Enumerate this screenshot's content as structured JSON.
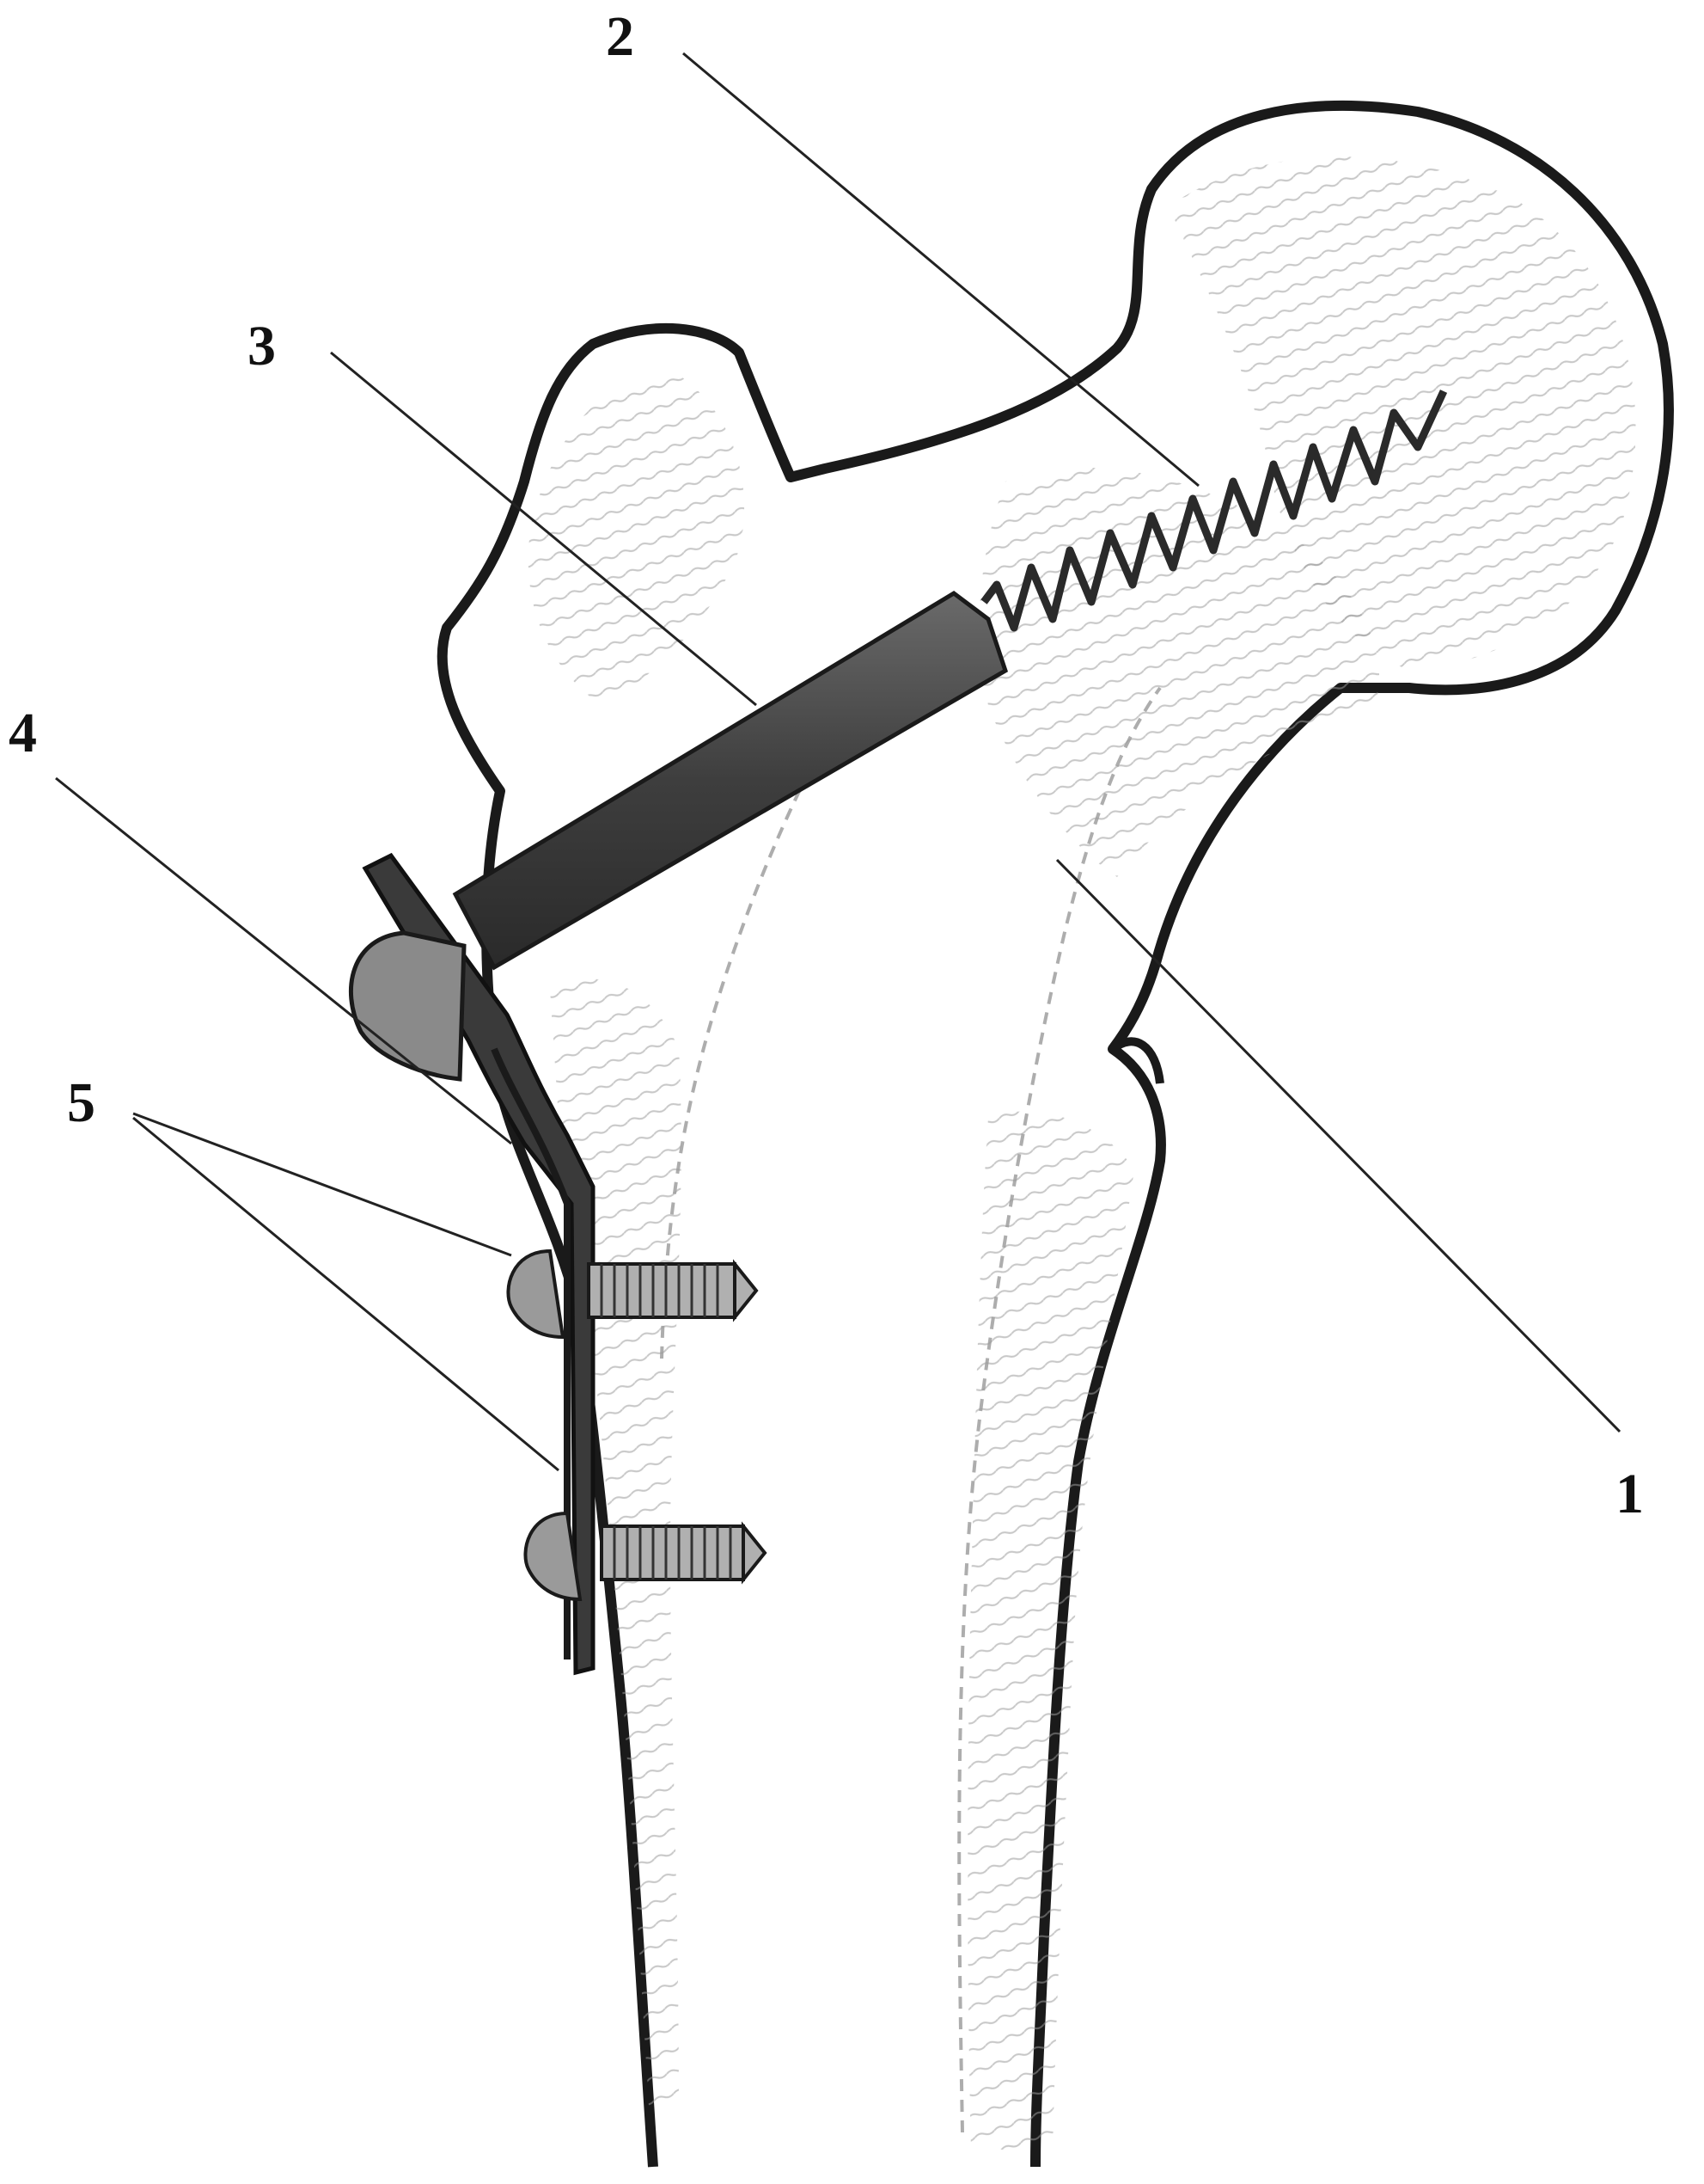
{
  "figure": {
    "labels": [
      {
        "id": "1",
        "text": "1"
      },
      {
        "id": "2",
        "text": "2"
      },
      {
        "id": "3",
        "text": "3"
      },
      {
        "id": "4",
        "text": "4"
      },
      {
        "id": "5",
        "text": "5"
      }
    ],
    "colors": {
      "outline": "#1a1a1a",
      "shading": "#8a8a8a",
      "implant": "#4a4a4a",
      "implant_dark": "#2a2a2a",
      "screw": "#9a9a9a",
      "leader": "#222222"
    }
  }
}
